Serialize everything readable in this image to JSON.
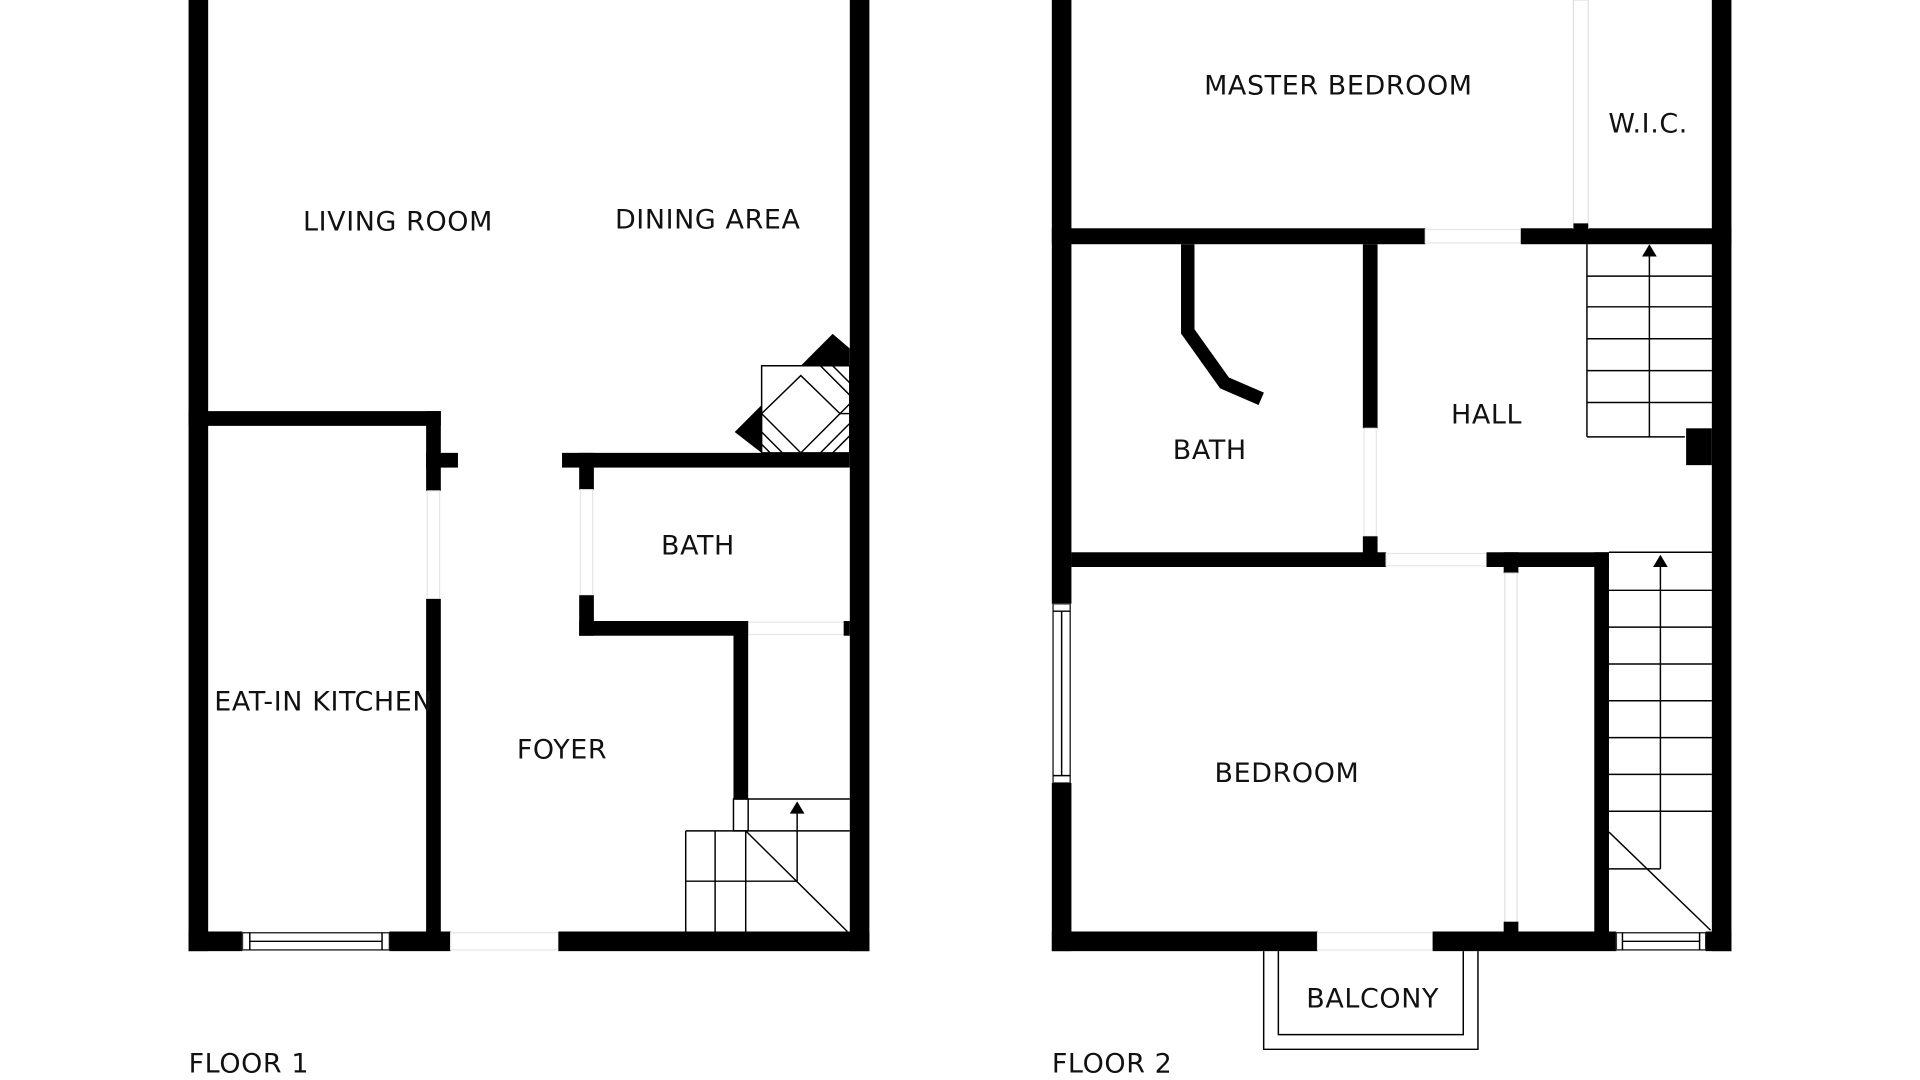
{
  "floor_plan": {
    "floors": [
      {
        "label": "FLOOR 1",
        "rooms": [
          {
            "name": "LIVING ROOM"
          },
          {
            "name": "DINING AREA"
          },
          {
            "name": "BATH"
          },
          {
            "name": "EAT-IN KITCHEN"
          },
          {
            "name": "FOYER"
          }
        ],
        "features": [
          "fireplace",
          "staircase-up",
          "front-entry-door",
          "kitchen-window"
        ]
      },
      {
        "label": "FLOOR 2",
        "rooms": [
          {
            "name": "MASTER BEDROOM"
          },
          {
            "name": "W.I.C."
          },
          {
            "name": "BATH"
          },
          {
            "name": "HALL"
          },
          {
            "name": "BEDROOM"
          },
          {
            "name": "BALCONY"
          }
        ],
        "features": [
          "staircase-up-to-master",
          "staircase-up-from-floor-1",
          "shower-partition",
          "bedroom-window",
          "stair-window"
        ]
      }
    ],
    "colors": {
      "wall": "#000000",
      "background": "#ffffff",
      "text": "#111111"
    }
  }
}
